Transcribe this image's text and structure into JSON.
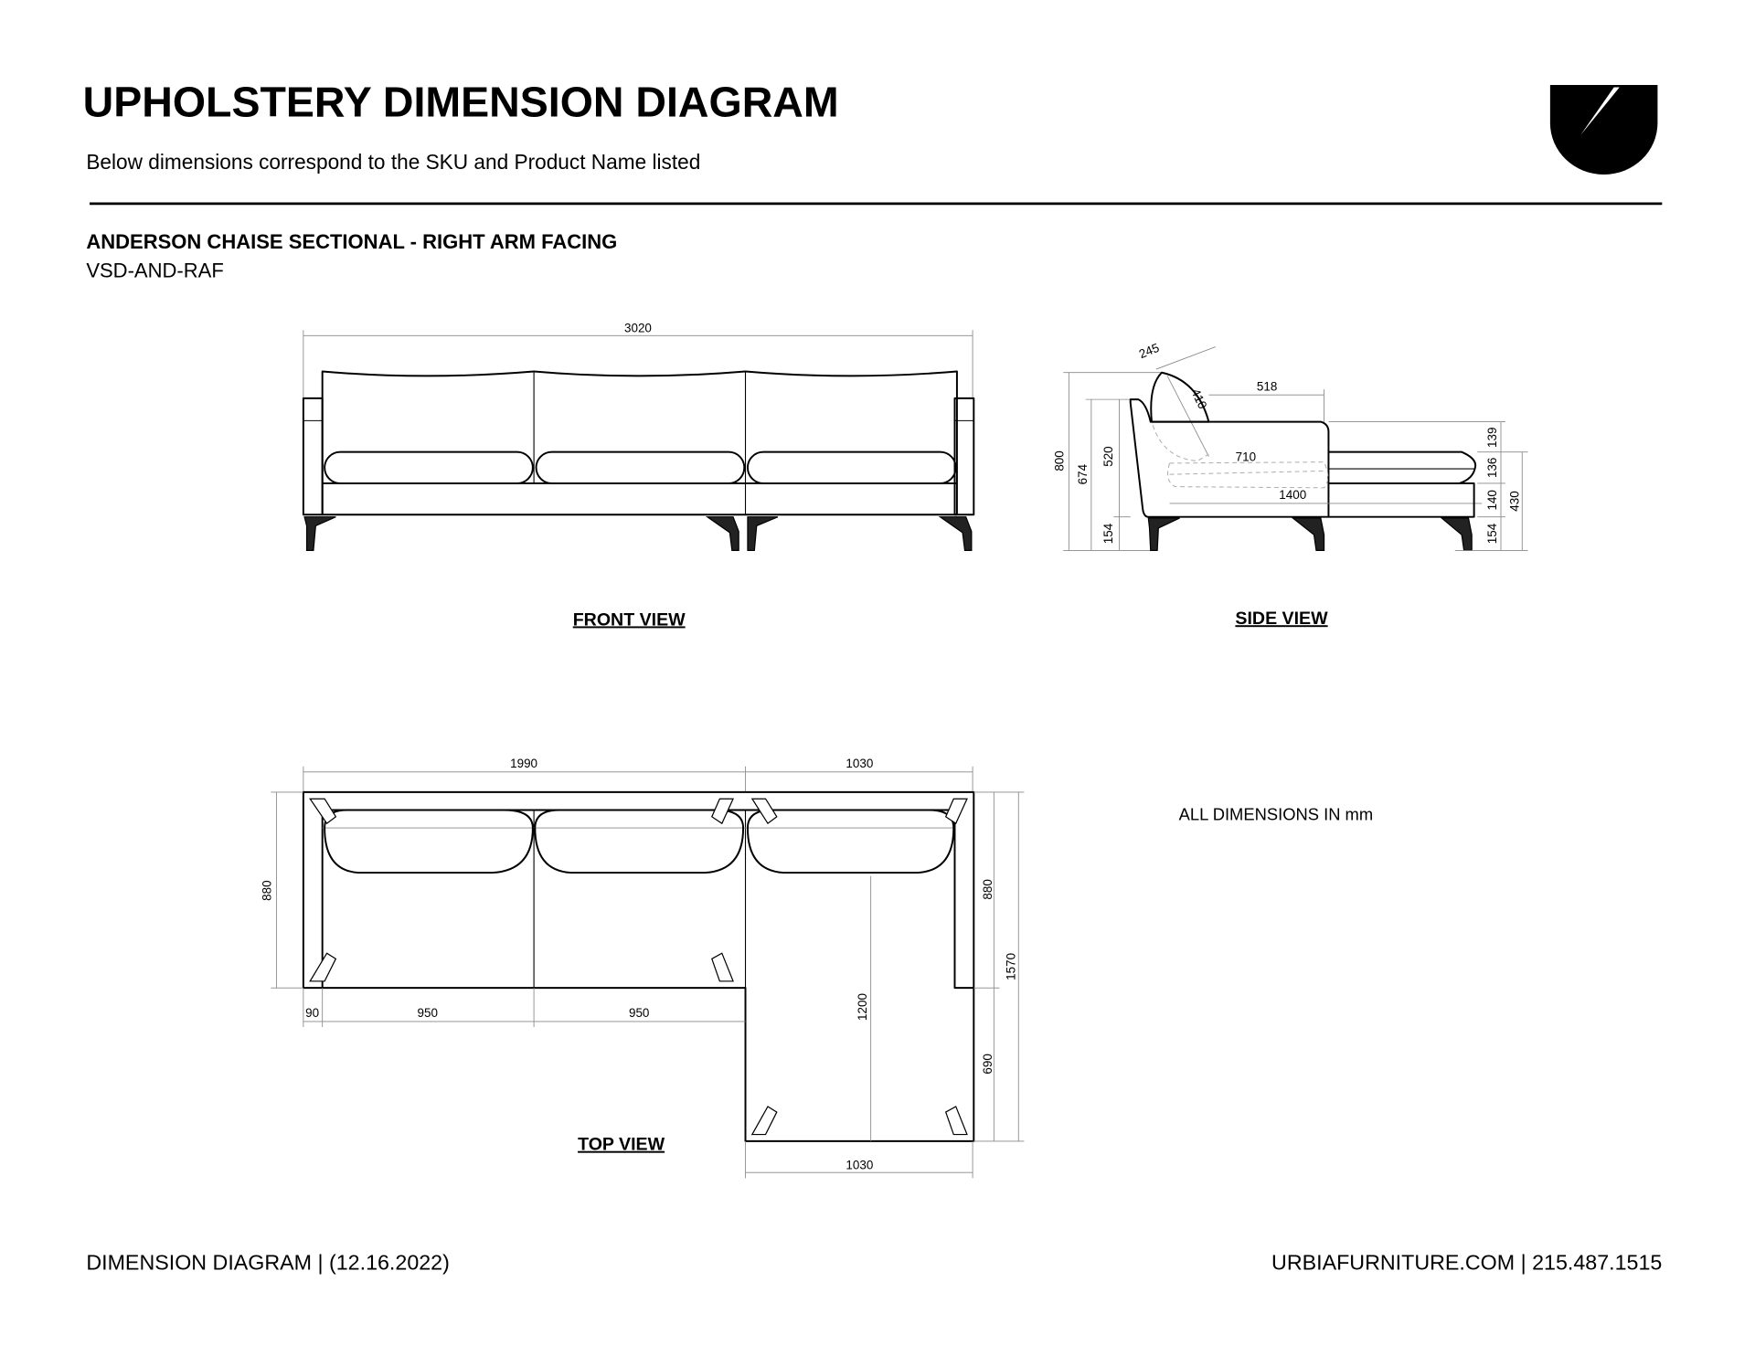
{
  "header": {
    "title": "UPHOLSTERY DIMENSION DIAGRAM",
    "subtitle": "Below dimensions correspond to the SKU and Product Name listed",
    "logo": "urbia-logo-icon"
  },
  "product": {
    "name": "ANDERSON CHAISE SECTIONAL  - RIGHT ARM FACING",
    "sku": "VSD-AND-RAF"
  },
  "front_view": {
    "label": "FRONT VIEW",
    "dims": {
      "width": "3020"
    }
  },
  "side_view": {
    "label": "SIDE VIEW",
    "dims": {
      "pillow_depth": "245",
      "pillow_height": "410",
      "arm_depth": "518",
      "seat_depth": "710",
      "chaise_depth": "1400",
      "total_height": "800",
      "back_height": "674",
      "arm_height": "520",
      "leg_height_left": "154",
      "arm_above_seat": "139",
      "cushion_height": "136",
      "base_height": "140",
      "leg_height_right": "154",
      "seat_height": "430"
    }
  },
  "top_view": {
    "label": "TOP VIEW",
    "dims": {
      "sofa_width": "1990",
      "chaise_width_top": "1030",
      "sofa_depth_left": "880",
      "arm_width": "90",
      "seat_width_1": "950",
      "seat_width_2": "950",
      "chaise_inner_length": "1200",
      "sofa_depth_right": "880",
      "chaise_extension": "690",
      "total_depth": "1570",
      "chaise_width_bottom": "1030"
    }
  },
  "note": "ALL DIMENSIONS IN mm",
  "footer": {
    "left": "DIMENSION DIAGRAM | (12.16.2022)",
    "right": "URBIAFURNITURE.COM  |  215.487.1515"
  }
}
